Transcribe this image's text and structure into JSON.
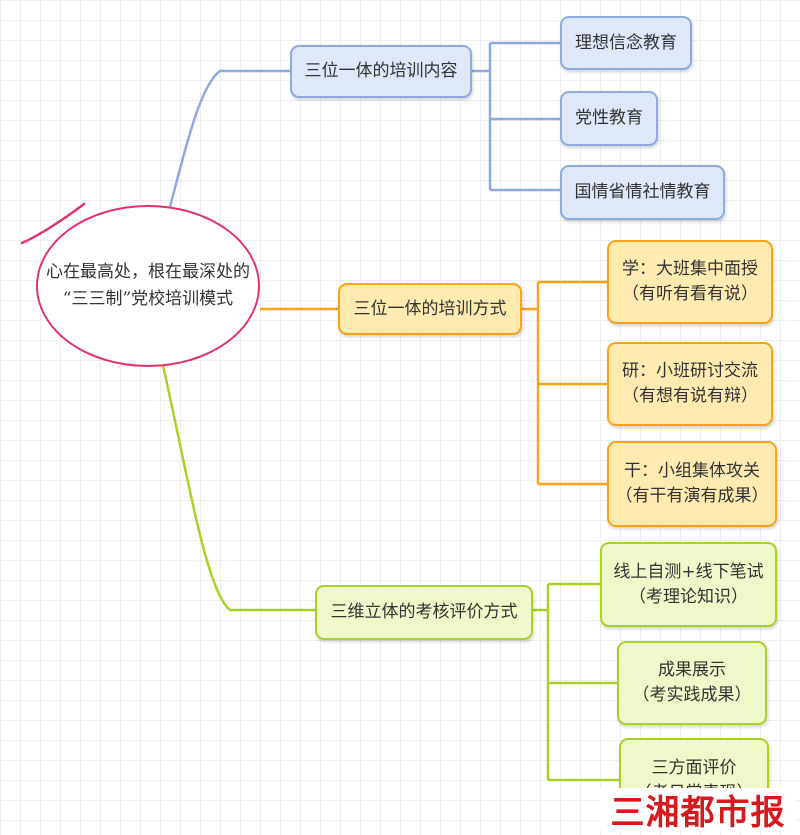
{
  "root": {
    "line1": "心在最高处，根在最深处的",
    "line2": "“三三制”党校培训模式"
  },
  "branches": [
    {
      "label": "三位一体的培训内容",
      "color": "#8eaadf",
      "children": [
        {
          "lines": [
            "理想信念教育"
          ]
        },
        {
          "lines": [
            "党性教育"
          ]
        },
        {
          "lines": [
            "国情省情社情教育"
          ]
        }
      ]
    },
    {
      "label": "三位一体的培训方式",
      "color": "#f7a41c",
      "children": [
        {
          "lines": [
            "学：大班集中面授",
            "（有听有看有说）"
          ]
        },
        {
          "lines": [
            "研：小班研讨交流",
            "（有想有说有辩）"
          ]
        },
        {
          "lines": [
            "干：小组集体攻关",
            "（有干有演有成果）"
          ]
        }
      ]
    },
    {
      "label": "三维立体的考核评价方式",
      "color": "#a8d22a",
      "children": [
        {
          "lines": [
            "线上自测+线下笔试",
            "（考理论知识）"
          ]
        },
        {
          "lines": [
            "成果展示",
            "（考实践成果）"
          ]
        },
        {
          "lines": [
            "三方面评价",
            "（考日常表现）"
          ]
        }
      ]
    }
  ],
  "watermark": "三湘都市报"
}
